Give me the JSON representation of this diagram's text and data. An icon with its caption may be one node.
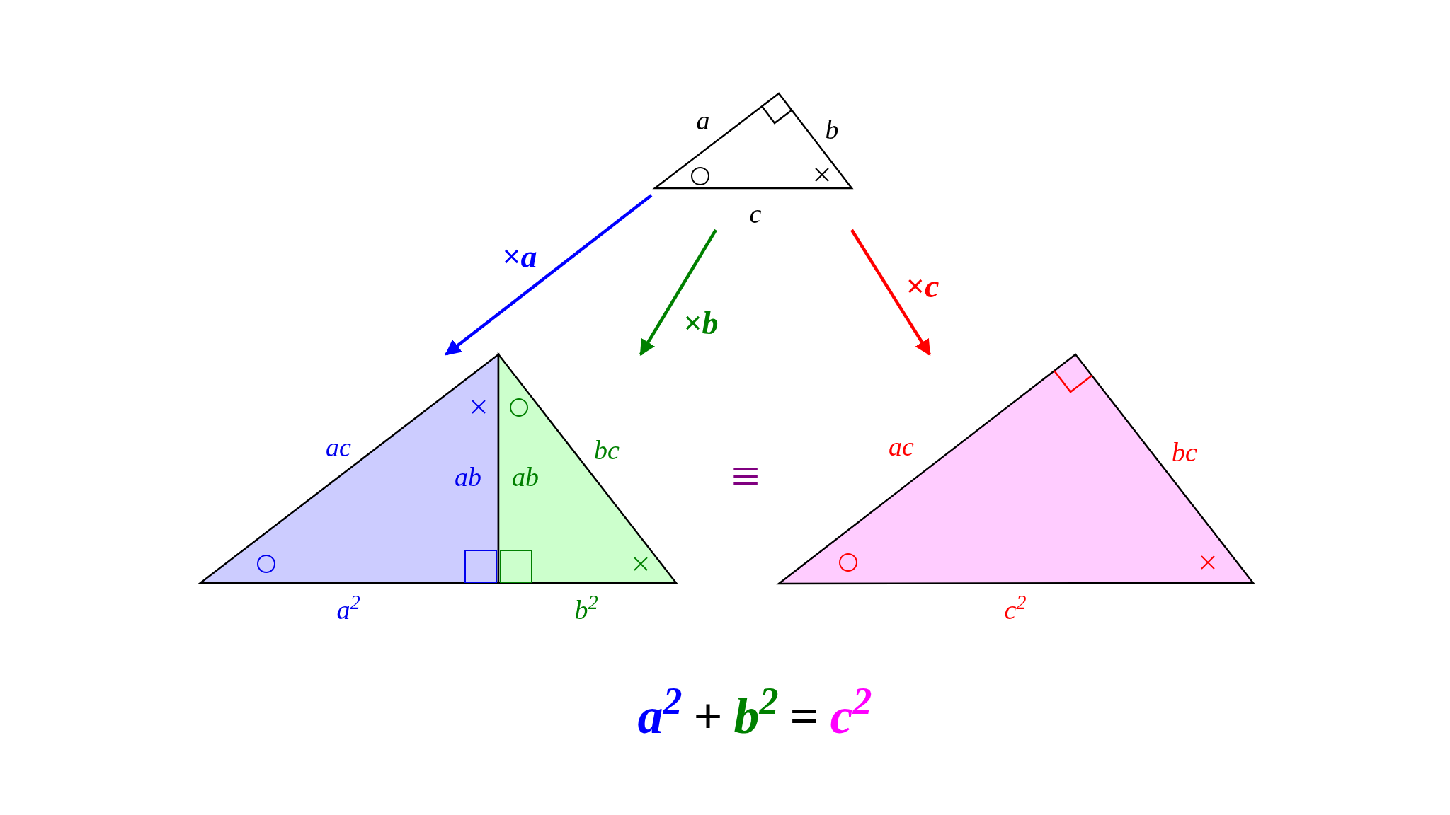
{
  "diagram": {
    "nodes": [
      {
        "text": [
          "a",
          "b",
          "c"
        ]
      },
      {
        "text": [
          "ac",
          "ab",
          "a$^{2}$"
        ]
      },
      {
        "text": [
          "ab",
          "bc",
          "b$^{2}$"
        ]
      },
      {
        "text": [
          "ac",
          "bc",
          "c$^{2}$"
        ]
      }
    ],
    "edges": [
      {
        "from": 0,
        "to": 1,
        "arrow": "to",
        "label": "×*a*",
        "color": "#0000ff"
      },
      {
        "from": 0,
        "to": 2,
        "arrow": "to",
        "label": "×*b*",
        "color": "#008000"
      },
      {
        "from": 0,
        "to": 3,
        "arrow": "to",
        "label": "×*c*",
        "color": "#ff0000"
      }
    ],
    "labels": [
      "≡",
      "a$^{2}$",
      "+",
      "b$^{2}$",
      "=",
      "c$^{2}$"
    ]
  }
}
